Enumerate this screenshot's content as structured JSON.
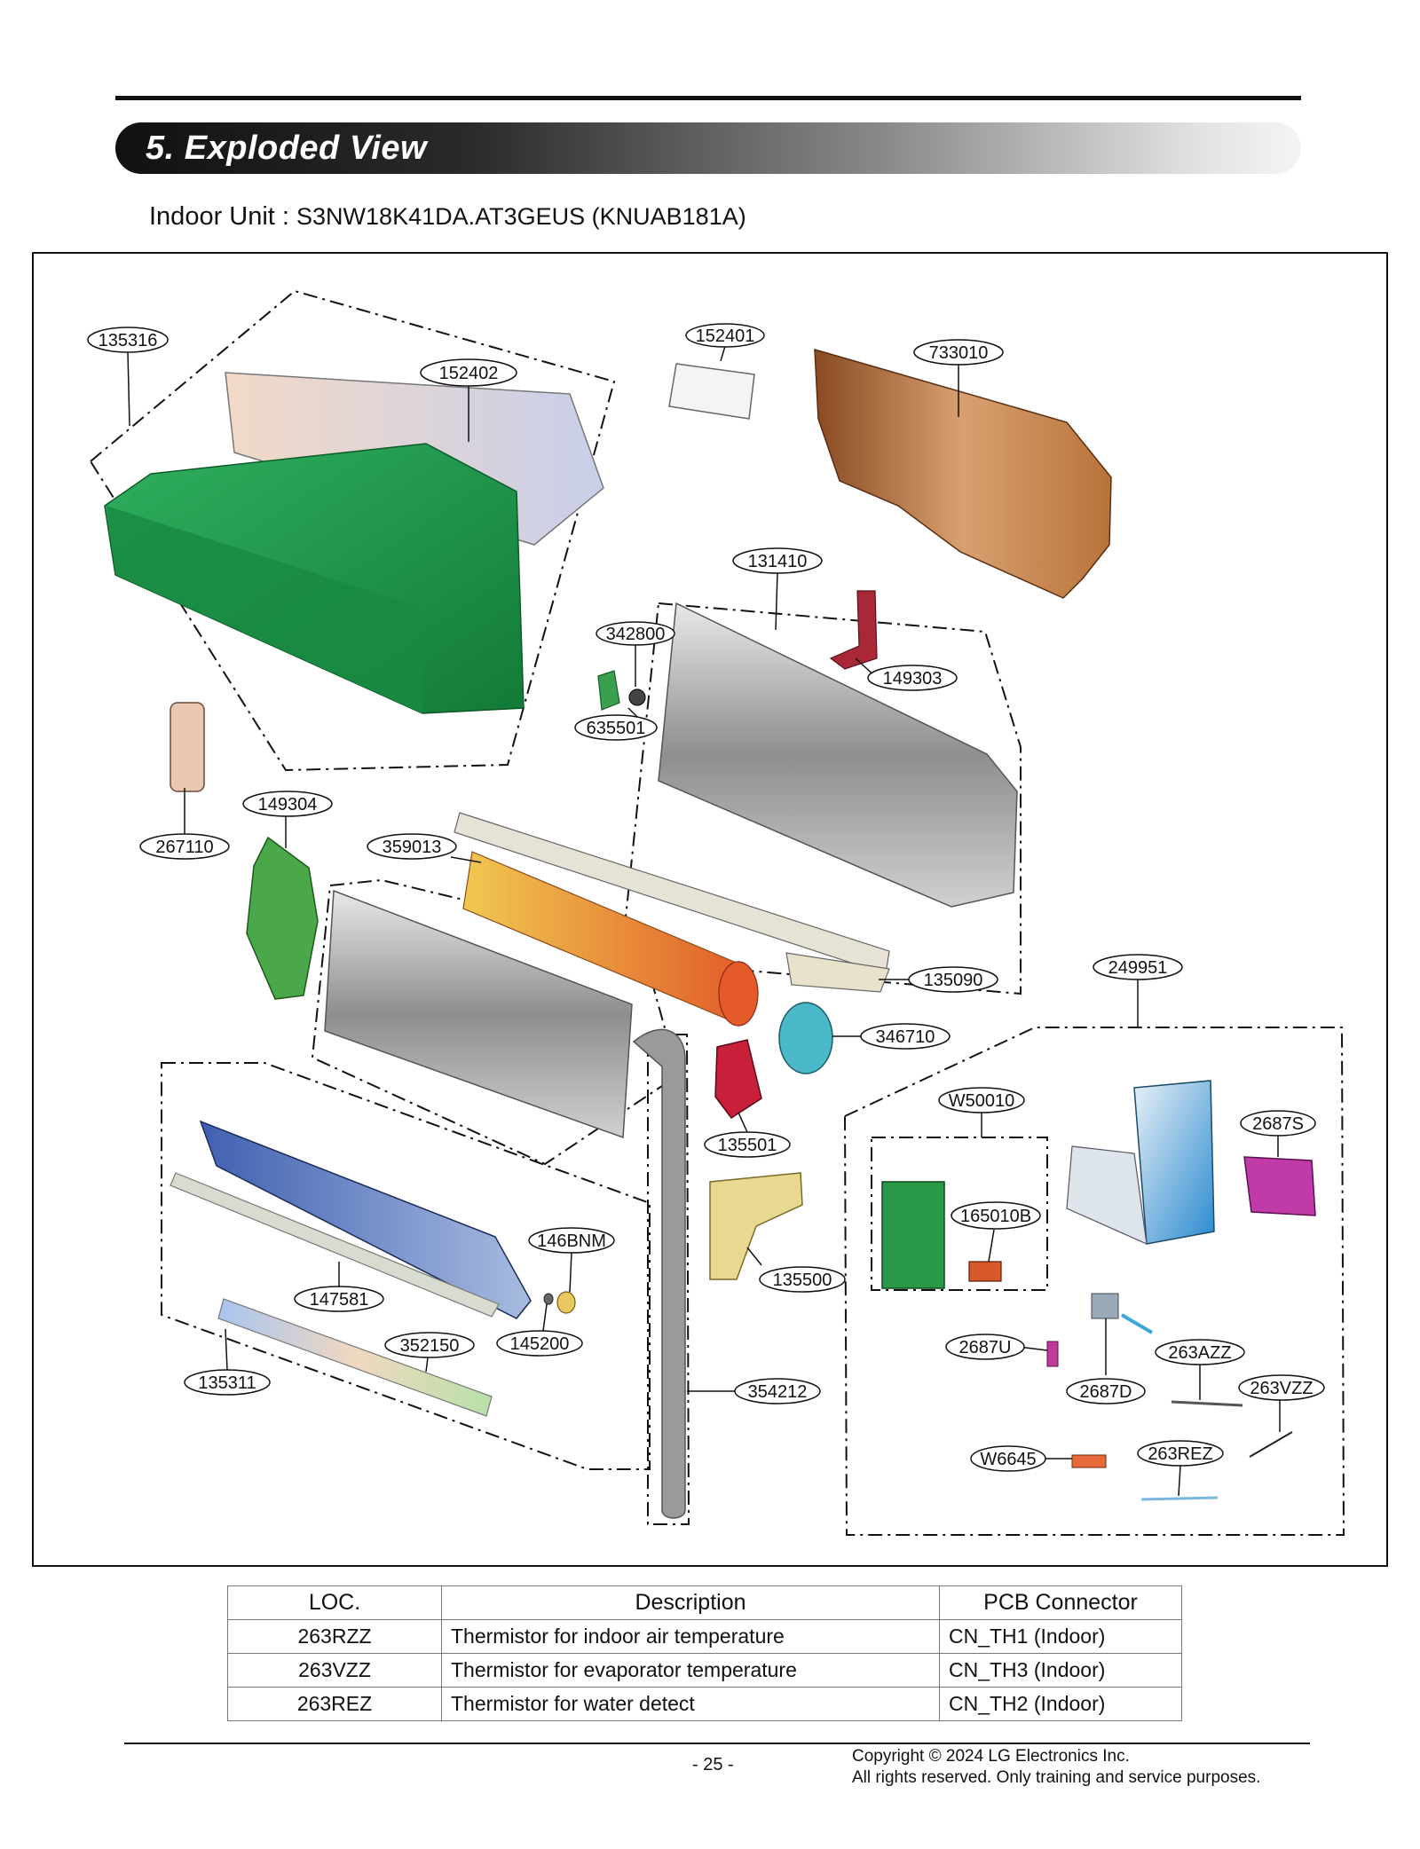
{
  "section": {
    "title": "5. Exploded View"
  },
  "subtitle": {
    "prefix": "Indoor Unit : ",
    "model": "S3NW18K41DA.AT3GEUS (KNUAB181A)"
  },
  "callouts": {
    "c135316": "135316",
    "c152402": "152402",
    "c152401": "152401",
    "c733010": "733010",
    "c131410": "131410",
    "c342800": "342800",
    "c149303": "149303",
    "c635501": "635501",
    "c267110": "267110",
    "c149304": "149304",
    "c359013": "359013",
    "c135090": "135090",
    "c249951": "249951",
    "c346710": "346710",
    "cW50010": "W50010",
    "c2687S": "2687S",
    "c135501": "135501",
    "c165010B": "165010B",
    "c146BNM": "146BNM",
    "c135500": "135500",
    "c147581": "147581",
    "c145200": "145200",
    "c352150": "352150",
    "c2687U": "2687U",
    "c263AZZ": "263AZZ",
    "c135311": "135311",
    "c354212": "354212",
    "c2687D": "2687D",
    "c263VZZ": "263VZZ",
    "cW6645": "W6645",
    "c263REZ": "263REZ"
  },
  "table": {
    "headers": {
      "loc": "LOC.",
      "description": "Description",
      "pcb": "PCB Connector"
    },
    "rows": [
      {
        "loc": "263RZZ",
        "description": "Thermistor for indoor air temperature",
        "pcb": "CN_TH1 (Indoor)"
      },
      {
        "loc": "263VZZ",
        "description": "Thermistor for evaporator temperature",
        "pcb": "CN_TH3 (Indoor)"
      },
      {
        "loc": "263REZ",
        "description": "Thermistor for water detect",
        "pcb": "CN_TH2 (Indoor)"
      }
    ]
  },
  "footer": {
    "page": "- 25 -",
    "copyright_line1": "Copyright © 2024 LG Electronics Inc.",
    "copyright_line2": "All rights reserved. Only training and service purposes."
  },
  "colors": {
    "front_panel": "#1f9a4a",
    "back_chassis": "#b8733a",
    "fan_orange": "#e8802a",
    "evaporator_grey": "#9a9a9a",
    "drain_blue": "#3a5aa8",
    "control_box": "#3a9ad8",
    "pink_part": "#c02a8a"
  }
}
